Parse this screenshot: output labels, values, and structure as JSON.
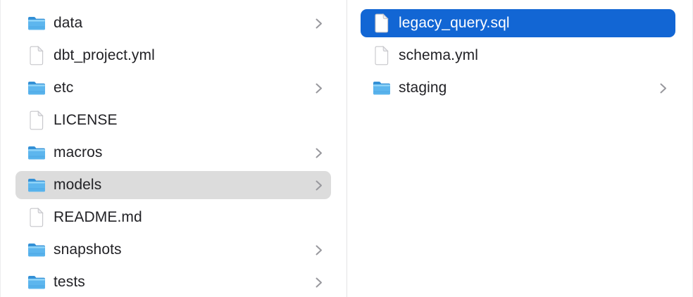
{
  "app": "finder-column-view",
  "colors": {
    "background": "#ffffff",
    "selection_blue": "#1266d4",
    "selection_gray": "#dcdcdc",
    "text": "#222226",
    "text_selected": "#ffffff",
    "chevron": "#98989d",
    "divider": "#e3e3e4"
  },
  "icons": {
    "folder": "folder-icon (blue macOS folder)",
    "file": "file-icon (blank document with folded corner)",
    "chevron": "chevron-right-icon"
  },
  "columns": [
    {
      "name": "parent-directory",
      "items": [
        {
          "label": "data",
          "type": "folder",
          "chevron": true,
          "selected": "none"
        },
        {
          "label": "dbt_project.yml",
          "type": "file",
          "chevron": false,
          "selected": "none"
        },
        {
          "label": "etc",
          "type": "folder",
          "chevron": true,
          "selected": "none"
        },
        {
          "label": "LICENSE",
          "type": "file",
          "chevron": false,
          "selected": "none"
        },
        {
          "label": "macros",
          "type": "folder",
          "chevron": true,
          "selected": "none"
        },
        {
          "label": "models",
          "type": "folder",
          "chevron": true,
          "selected": "gray"
        },
        {
          "label": "README.md",
          "type": "file",
          "chevron": false,
          "selected": "none"
        },
        {
          "label": "snapshots",
          "type": "folder",
          "chevron": true,
          "selected": "none"
        },
        {
          "label": "tests",
          "type": "folder",
          "chevron": true,
          "selected": "none"
        }
      ]
    },
    {
      "name": "models-directory",
      "items": [
        {
          "label": "legacy_query.sql",
          "type": "file",
          "chevron": false,
          "selected": "blue"
        },
        {
          "label": "schema.yml",
          "type": "file",
          "chevron": false,
          "selected": "none"
        },
        {
          "label": "staging",
          "type": "folder",
          "chevron": true,
          "selected": "none"
        }
      ]
    }
  ]
}
